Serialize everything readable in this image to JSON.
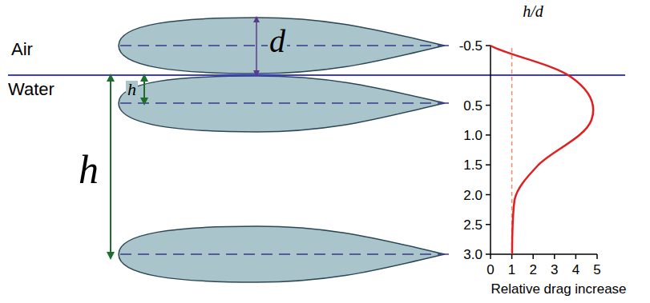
{
  "diagram": {
    "labels": [
      "Air",
      "Water",
      "d",
      "h",
      "h",
      "h/d",
      "-0.5",
      "0.5",
      "1.0",
      "1.5",
      "2.0",
      "2.5",
      "3.0",
      "0",
      "1",
      "2",
      "3",
      "4",
      "5",
      "Relative drag increase"
    ]
  }
}
